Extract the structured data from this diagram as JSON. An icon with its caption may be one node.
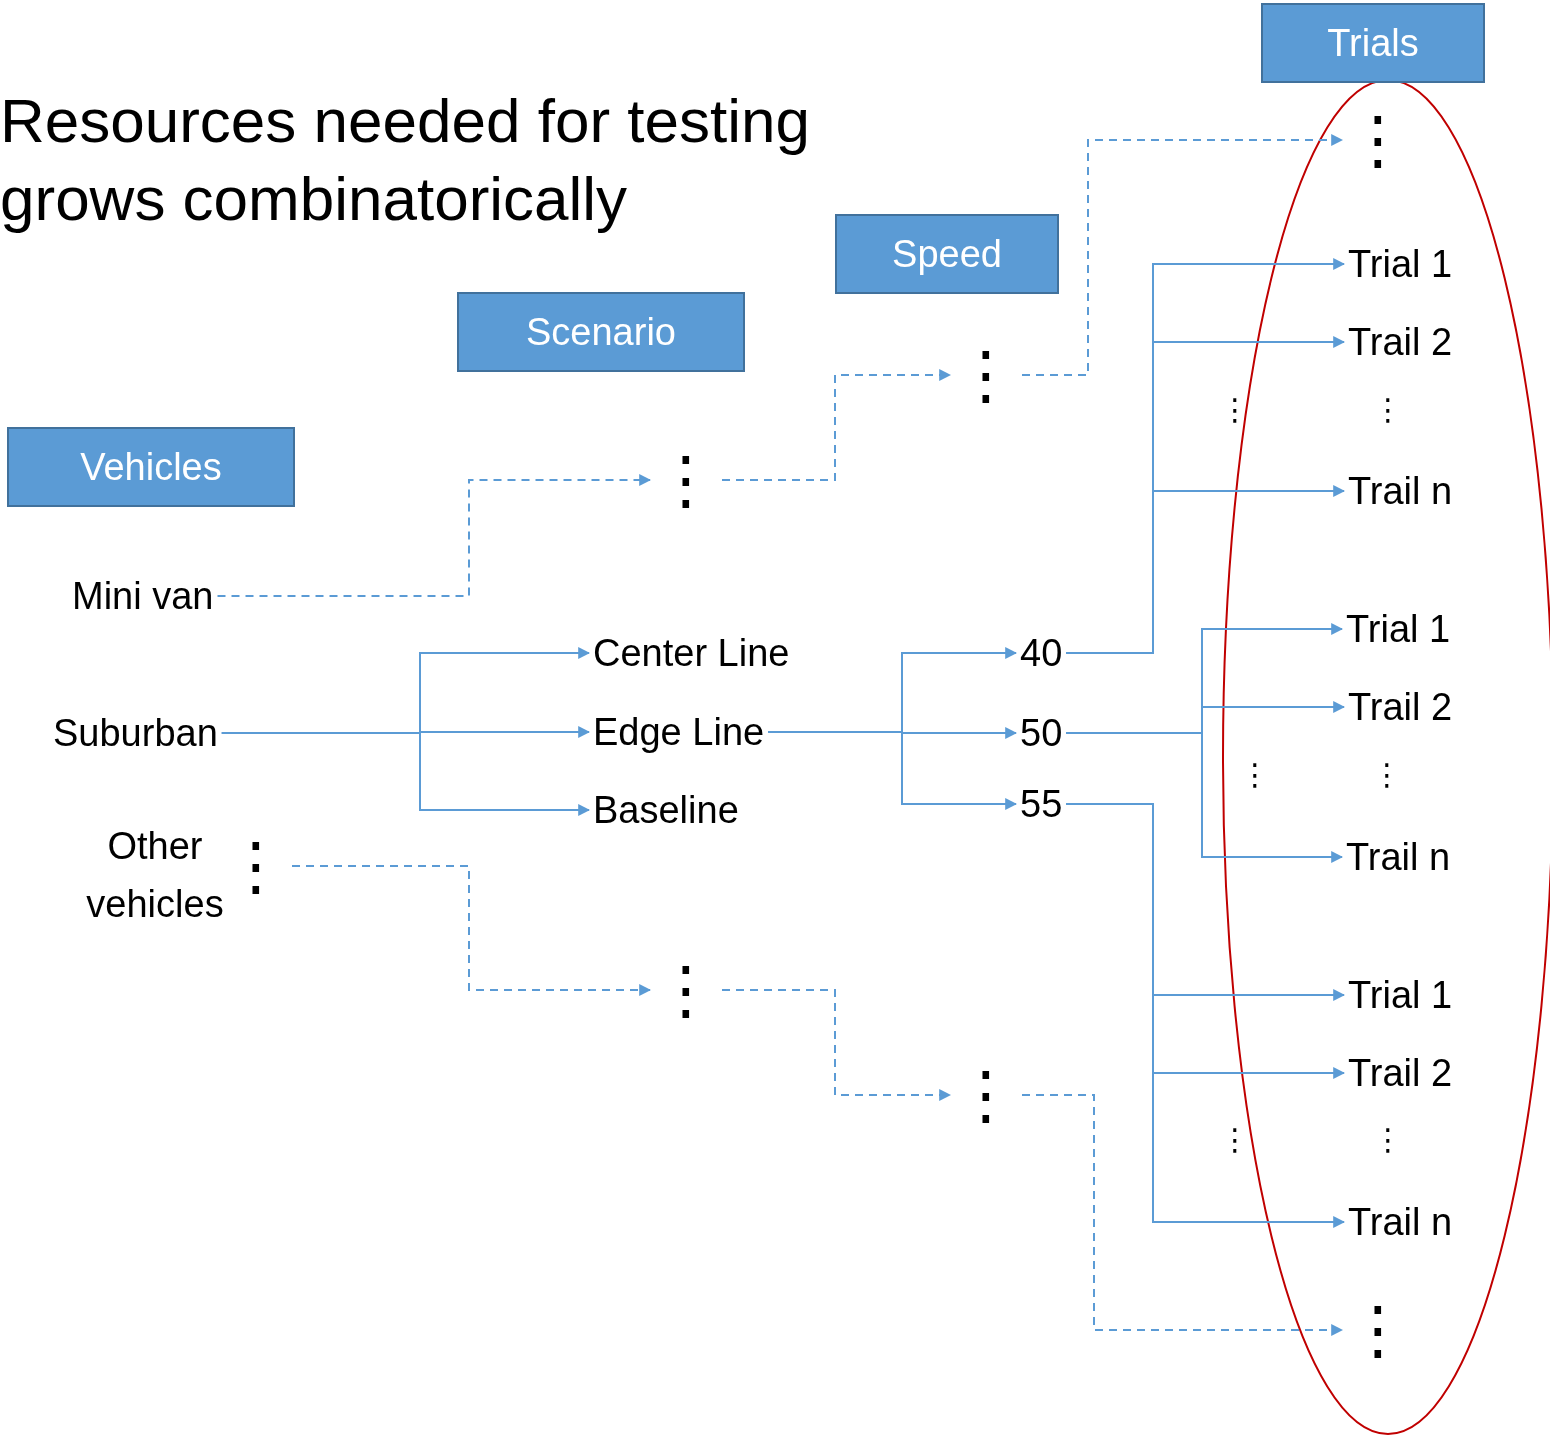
{
  "diagram": {
    "title": "Resources needed for testing grows combinatorically",
    "nodes": [
      {
        "text": [
          "Trials"
        ]
      },
      {
        "text": [
          "Speed"
        ]
      },
      {
        "text": [
          "Scenario"
        ]
      },
      {
        "text": [
          "Vehicles"
        ]
      },
      {
        "text": [
          "⋮"
        ]
      },
      {
        "text": [
          "Trial 1"
        ]
      },
      {
        "text": [
          "Trail 2"
        ]
      },
      {
        "text": [
          "Trail n"
        ]
      },
      {
        "text": [
          "⋮"
        ]
      },
      {
        "text": [
          "⋮"
        ]
      },
      {
        "text": [
          "Mini van"
        ]
      },
      {
        "text": [
          "Trial 1"
        ]
      },
      {
        "text": [
          "Center Line"
        ]
      },
      {
        "text": [
          "40"
        ]
      },
      {
        "text": [
          "Trail 2"
        ]
      },
      {
        "text": [
          "Suburban"
        ]
      },
      {
        "text": [
          "Edge Line"
        ]
      },
      {
        "text": [
          "50"
        ]
      },
      {
        "text": [
          "Baseline"
        ]
      },
      {
        "text": [
          "55"
        ]
      },
      {
        "text": [
          "Other vehicles"
        ]
      },
      {
        "text": [
          "⋮"
        ]
      },
      {
        "text": [
          "Trail n"
        ]
      },
      {
        "text": [
          "⋮"
        ]
      },
      {
        "text": [
          "Trial 1"
        ]
      },
      {
        "text": [
          "Trail 2"
        ]
      },
      {
        "text": [
          "⋮"
        ]
      },
      {
        "text": [
          "Trail n"
        ]
      },
      {
        "text": [
          "⋮"
        ]
      }
    ],
    "edges": [
      {
        "from": 10,
        "to": 9,
        "arrow": "to",
        "style": "dashed"
      },
      {
        "from": 9,
        "to": 8,
        "arrow": "to",
        "style": "dashed"
      },
      {
        "from": 8,
        "to": 4,
        "arrow": "to",
        "style": "dashed"
      },
      {
        "from": 15,
        "to": 12,
        "arrow": "to"
      },
      {
        "from": 15,
        "to": 16,
        "arrow": "to"
      },
      {
        "from": 15,
        "to": 18,
        "arrow": "to"
      },
      {
        "from": 16,
        "to": 13,
        "arrow": "to"
      },
      {
        "from": 16,
        "to": 17,
        "arrow": "to"
      },
      {
        "from": 16,
        "to": 19,
        "arrow": "to"
      },
      {
        "from": 13,
        "to": 5,
        "arrow": "to"
      },
      {
        "from": 13,
        "to": 6,
        "arrow": "to"
      },
      {
        "from": 13,
        "to": 7,
        "arrow": "to"
      },
      {
        "from": 17,
        "to": 11,
        "arrow": "to"
      },
      {
        "from": 17,
        "to": 14,
        "arrow": "to"
      },
      {
        "from": 17,
        "to": 22,
        "arrow": "to"
      },
      {
        "from": 19,
        "to": 24,
        "arrow": "to"
      },
      {
        "from": 19,
        "to": 25,
        "arrow": "to"
      },
      {
        "from": 19,
        "to": 27,
        "arrow": "to"
      },
      {
        "from": 21,
        "to": 23,
        "arrow": "to",
        "style": "dashed"
      },
      {
        "from": 23,
        "to": 26,
        "arrow": "to",
        "style": "dashed"
      },
      {
        "from": 26,
        "to": 28,
        "arrow": "to",
        "style": "dashed"
      }
    ],
    "labels": [
      "⋮",
      "⋮",
      "⋮",
      "⋮",
      "⋮",
      "⋮"
    ]
  }
}
